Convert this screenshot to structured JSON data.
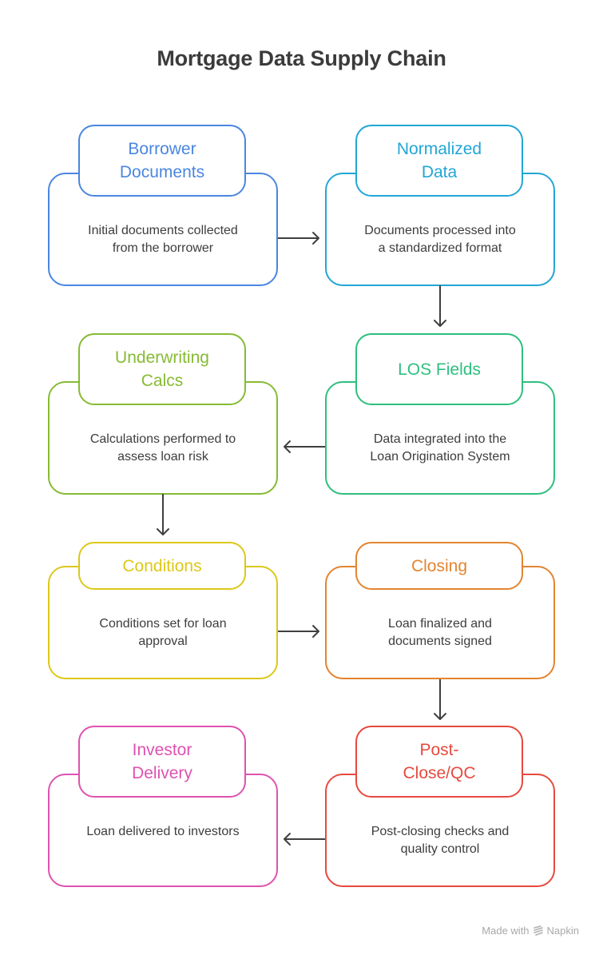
{
  "title": "Mortgage Data Supply Chain",
  "steps": [
    {
      "label": "Borrower\nDocuments",
      "description": "Initial documents collected\nfrom the borrower",
      "color": "#4a86e0"
    },
    {
      "label": "Normalized\nData",
      "description": "Documents processed into\na standardized format",
      "color": "#22a6d6"
    },
    {
      "label": "Underwriting\nCalcs",
      "description": "Calculations performed to\nassess loan risk",
      "color": "#86bb33"
    },
    {
      "label": "LOS Fields",
      "description": "Data integrated into the\nLoan Origination System",
      "color": "#2dbf7e"
    },
    {
      "label": "Conditions",
      "description": "Conditions set for loan\napproval",
      "color": "#dcc81a"
    },
    {
      "label": "Closing",
      "description": "Loan finalized and\ndocuments signed",
      "color": "#e38430"
    },
    {
      "label": "Investor\nDelivery",
      "description": "Loan delivered to investors",
      "color": "#de52b0"
    },
    {
      "label": "Post-\nClose/QC",
      "description": "Post-closing checks and\nquality control",
      "color": "#e6493f"
    }
  ],
  "flow": [
    {
      "from": "Borrower Documents",
      "to": "Normalized Data"
    },
    {
      "from": "Normalized Data",
      "to": "LOS Fields"
    },
    {
      "from": "LOS Fields",
      "to": "Underwriting Calcs"
    },
    {
      "from": "Underwriting Calcs",
      "to": "Conditions"
    },
    {
      "from": "Conditions",
      "to": "Closing"
    },
    {
      "from": "Closing",
      "to": "Post-Close/QC"
    },
    {
      "from": "Post-Close/QC",
      "to": "Investor Delivery"
    }
  ],
  "footer": {
    "prefix": "Made with",
    "brand": "Napkin",
    "icon": "napkin-logo-icon"
  },
  "arrow_color": "#3f3f3f"
}
